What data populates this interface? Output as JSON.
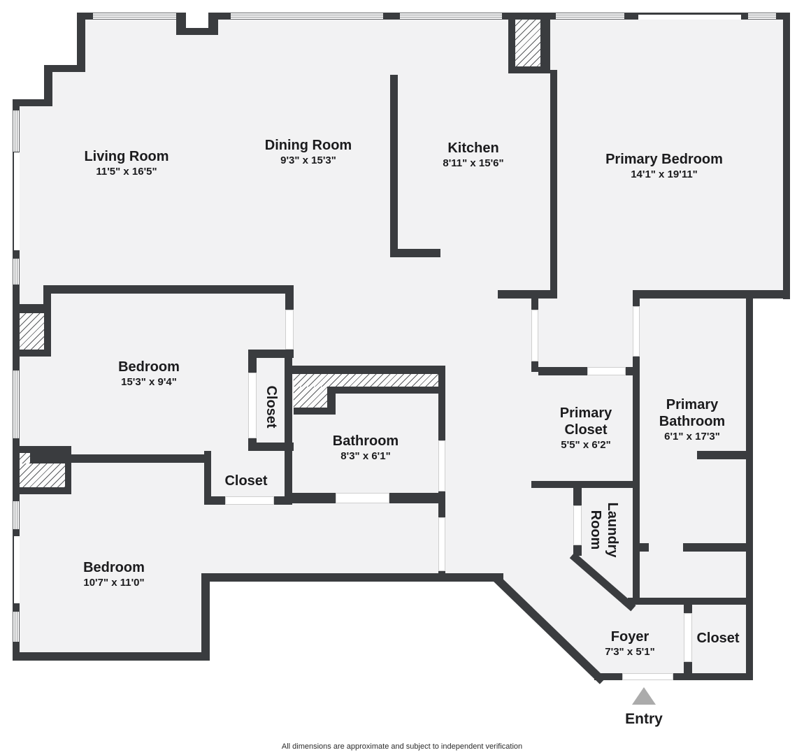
{
  "rooms": [
    {
      "id": "living-room",
      "name": "Living Room",
      "dims": "11'5\" x 16'5\""
    },
    {
      "id": "dining-room",
      "name": "Dining Room",
      "dims": "9'3\" x 15'3\""
    },
    {
      "id": "kitchen",
      "name": "Kitchen",
      "dims": "8'11\" x 15'6\""
    },
    {
      "id": "primary-bedroom",
      "name": "Primary Bedroom",
      "dims": "14'1\" x 19'11\""
    },
    {
      "id": "bedroom-1",
      "name": "Bedroom",
      "dims": "15'3\" x 9'4\""
    },
    {
      "id": "closet-1",
      "name": "Closet",
      "dims": ""
    },
    {
      "id": "bathroom",
      "name": "Bathroom",
      "dims": "8'3\" x 6'1\""
    },
    {
      "id": "closet-2",
      "name": "Closet",
      "dims": ""
    },
    {
      "id": "bedroom-2",
      "name": "Bedroom",
      "dims": "10'7\" x 11'0\""
    },
    {
      "id": "primary-closet",
      "name": "Primary Closet",
      "dims": "5'5\" x 6'2\""
    },
    {
      "id": "primary-bathroom",
      "name": "Primary Bathroom",
      "dims": "6'1\" x 17'3\""
    },
    {
      "id": "laundry-room",
      "name": "Laundry Room",
      "dims": ""
    },
    {
      "id": "foyer",
      "name": "Foyer",
      "dims": "7'3\" x 5'1\""
    },
    {
      "id": "closet-3",
      "name": "Closet",
      "dims": ""
    }
  ],
  "entry": {
    "label": "Entry"
  },
  "footer": {
    "disclaimer": "All dimensions are approximate and subject to independent verification"
  },
  "colors": {
    "wall": "#3a3c3f",
    "floor": "#f2f2f3",
    "outside": "#ffffff",
    "entry_arrow": "#ababab",
    "hatch_line": "#595b5e"
  }
}
